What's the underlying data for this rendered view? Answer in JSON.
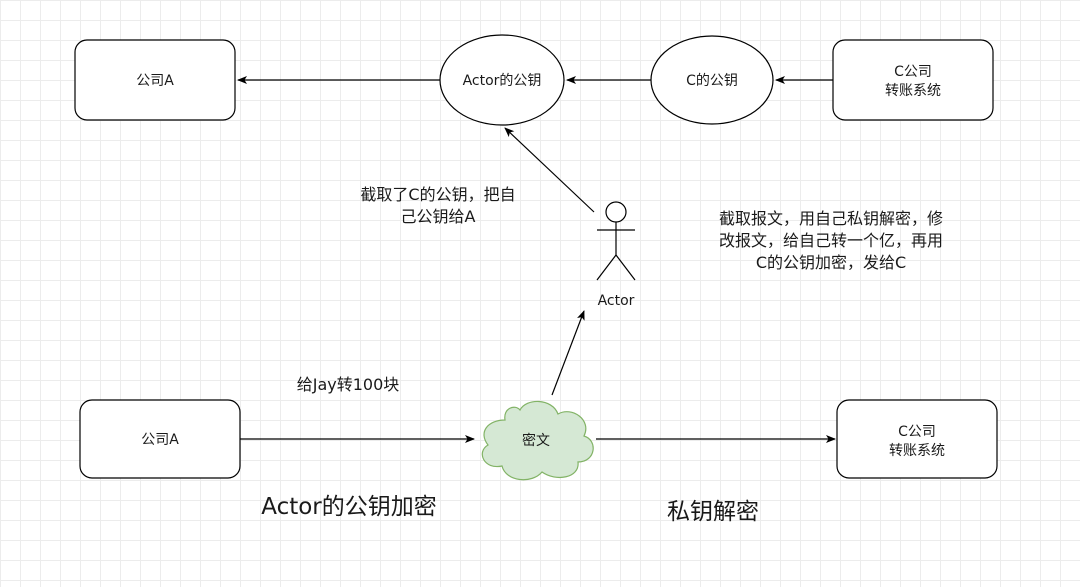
{
  "diagram": {
    "top_row": {
      "company_a": "公司A",
      "actor_public_key": "Actor的公钥",
      "c_public_key": "C的公钥",
      "c_company_line1": "C公司",
      "c_company_line2": "转账系统"
    },
    "actor": {
      "name": "Actor"
    },
    "notes": {
      "intercept_key_line1": "截取了C的公钥，把自",
      "intercept_key_line2": "己公钥给A",
      "intercept_msg_line1": "截取报文，用自己私钥解密，修",
      "intercept_msg_line2": "改报文，给自己转一个亿，再用",
      "intercept_msg_line3": "C的公钥加密，发给C",
      "transfer_msg": "给Jay转100块"
    },
    "bottom_row": {
      "company_a": "公司A",
      "ciphertext": "密文",
      "c_company_line1": "C公司",
      "c_company_line2": "转账系统"
    },
    "captions": {
      "encrypt": "Actor的公钥加密",
      "decrypt": "私钥解密"
    },
    "colors": {
      "cloud_fill": "#d5e8d4",
      "cloud_stroke": "#82b366",
      "stroke": "#000000"
    }
  }
}
